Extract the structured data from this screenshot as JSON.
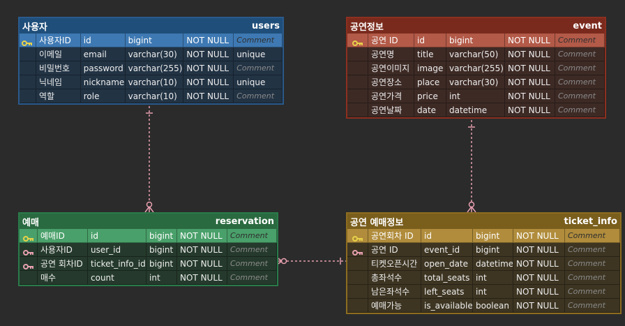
{
  "colors": {
    "background": "#2b2b2b",
    "users": "#1f4e7a",
    "event": "#7a2a1c",
    "reservation": "#2a6a40",
    "ticket_info": "#7a5e1c",
    "relation_line": "#e8a0b0",
    "pk_key": "#e8d24a",
    "fk_key": "#e8a0b0"
  },
  "tables": {
    "users": {
      "label": "사용자",
      "name": "users",
      "rows": [
        {
          "key": "pk-key-icon",
          "logical": "사용자ID",
          "column": "id",
          "type": "bigint",
          "null": "NOT NULL",
          "comment": "Comment"
        },
        {
          "key": "",
          "logical": "이메일",
          "column": "email",
          "type": "varchar(30)",
          "null": "NOT NULL",
          "comment": "unique"
        },
        {
          "key": "",
          "logical": "비밀번호",
          "column": "password",
          "type": "varchar(255)",
          "null": "NOT NULL",
          "comment": "Comment"
        },
        {
          "key": "",
          "logical": "닉네임",
          "column": "nickname",
          "type": "varchar(10)",
          "null": "NOT NULL",
          "comment": "unique"
        },
        {
          "key": "",
          "logical": "역할",
          "column": "role",
          "type": "varchar(10)",
          "null": "NOT NULL",
          "comment": "Comment"
        }
      ]
    },
    "event": {
      "label": "공연정보",
      "name": "event",
      "rows": [
        {
          "key": "pk-key-icon",
          "logical": "공연 ID",
          "column": "id",
          "type": "bigint",
          "null": "NOT NULL",
          "comment": "Comment"
        },
        {
          "key": "",
          "logical": "공연명",
          "column": "title",
          "type": "varchar(50)",
          "null": "NOT NULL",
          "comment": "Comment"
        },
        {
          "key": "",
          "logical": "공연이미지",
          "column": "image",
          "type": "varchar(255)",
          "null": "NOT NULL",
          "comment": "Comment"
        },
        {
          "key": "",
          "logical": "공연장소",
          "column": "place",
          "type": "varchar(30)",
          "null": "NOT NULL",
          "comment": "Comment"
        },
        {
          "key": "",
          "logical": "공연가격",
          "column": "price",
          "type": "int",
          "null": "NOT NULL",
          "comment": "Comment"
        },
        {
          "key": "",
          "logical": "공연날짜",
          "column": "date",
          "type": "datetime",
          "null": "NOT NULL",
          "comment": "Comment"
        }
      ]
    },
    "reservation": {
      "label": "예매",
      "name": "reservation",
      "rows": [
        {
          "key": "pk-key-icon",
          "logical": "예매ID",
          "column": "id",
          "type": "bigint",
          "null": "NOT NULL",
          "comment": "Comment"
        },
        {
          "key": "fk-key-icon",
          "logical": "사용자ID",
          "column": "user_id",
          "type": "bigint",
          "null": "NOT NULL",
          "comment": "Comment"
        },
        {
          "key": "fk-key-icon",
          "logical": "공연 회차ID",
          "column": "ticket_info_id",
          "type": "bigint",
          "null": "NOT NULL",
          "comment": "Comment"
        },
        {
          "key": "",
          "logical": "매수",
          "column": "count",
          "type": "int",
          "null": "NOT NULL",
          "comment": "Comment"
        }
      ]
    },
    "ticket_info": {
      "label": "공연 예매정보",
      "name": "ticket_info",
      "rows": [
        {
          "key": "pk-key-icon",
          "logical": "공연회차 ID",
          "column": "id",
          "type": "bigint",
          "null": "NOT NULL",
          "comment": "Comment"
        },
        {
          "key": "fk-key-icon",
          "logical": "공연 ID",
          "column": "event_id",
          "type": "bigint",
          "null": "NOT NULL",
          "comment": "Comment"
        },
        {
          "key": "",
          "logical": "티켓오픈시간",
          "column": "open_date",
          "type": "datetime",
          "null": "NOT NULL",
          "comment": "Comment"
        },
        {
          "key": "",
          "logical": "총좌석수",
          "column": "total_seats",
          "type": "int",
          "null": "NOT NULL",
          "comment": "Comment"
        },
        {
          "key": "",
          "logical": "남은좌석수",
          "column": "left_seats",
          "type": "int",
          "null": "NOT NULL",
          "comment": "Comment"
        },
        {
          "key": "",
          "logical": "예매가능",
          "column": "is_available",
          "type": "boolean",
          "null": "NOT NULL",
          "comment": "Comment"
        }
      ]
    }
  }
}
